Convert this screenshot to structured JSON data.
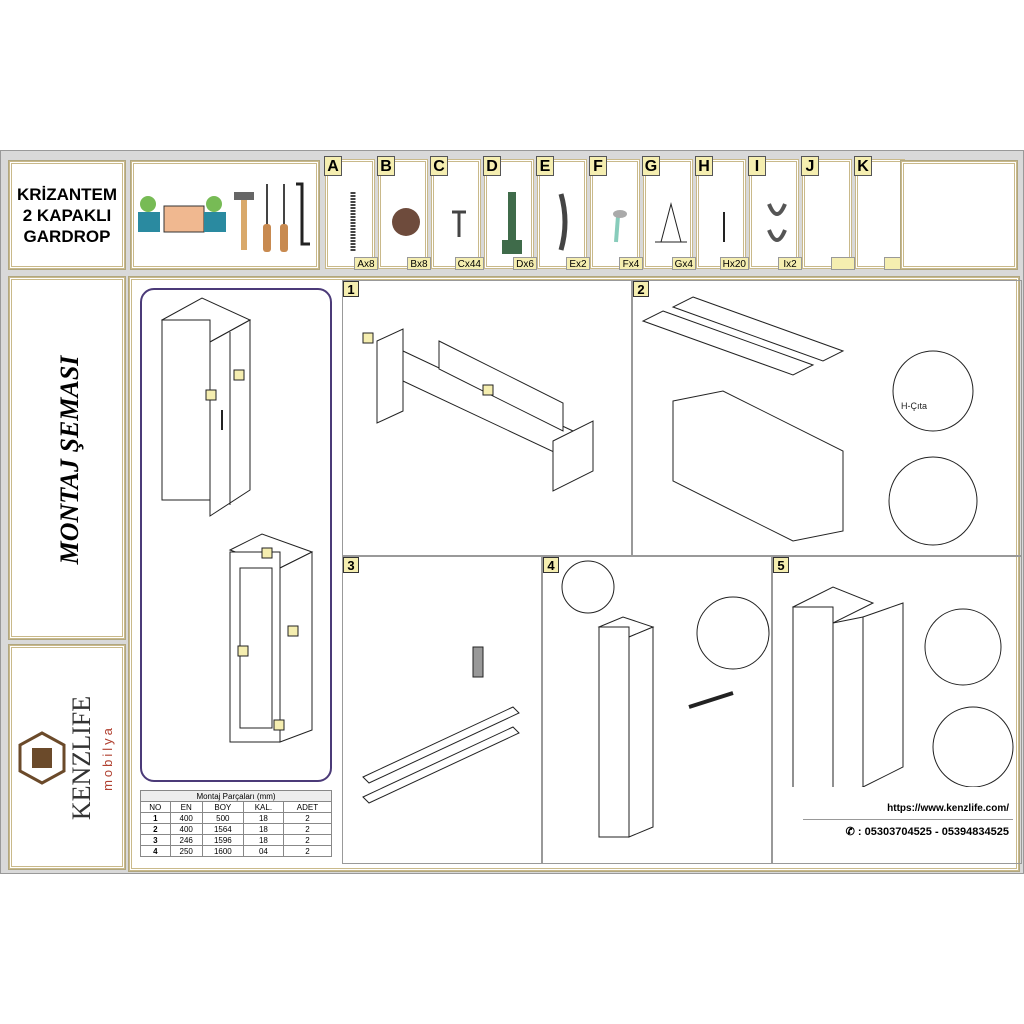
{
  "title": {
    "line1": "KRİZANTEM",
    "line2": "2 KAPAKLI",
    "line3": "GARDROP"
  },
  "hardware": [
    {
      "letter": "A",
      "qty": "Ax8",
      "icon": "screw-long"
    },
    {
      "letter": "B",
      "qty": "Bx8",
      "icon": "cap-cover"
    },
    {
      "letter": "C",
      "qty": "Cx44",
      "icon": "screw-short"
    },
    {
      "letter": "D",
      "qty": "Dx6",
      "icon": "hinge"
    },
    {
      "letter": "E",
      "qty": "Ex2",
      "icon": "handle"
    },
    {
      "letter": "F",
      "qty": "Fx4",
      "icon": "bolt"
    },
    {
      "letter": "G",
      "qty": "Gx4",
      "icon": "leg"
    },
    {
      "letter": "H",
      "qty": "Hx20",
      "icon": "nail"
    },
    {
      "letter": "I",
      "qty": "Ix2",
      "icon": "rail-bracket"
    },
    {
      "letter": "J",
      "qty": ""
    },
    {
      "letter": "K",
      "qty": ""
    }
  ],
  "side_title": "MONTAJ ŞEMASI",
  "logo": {
    "name": "KENZLIFE",
    "sub": "mobilya"
  },
  "parts_table": {
    "caption": "Montaj Parçaları (mm)",
    "headers": [
      "NO",
      "EN",
      "BOY",
      "KAL.",
      "ADET"
    ],
    "rows": [
      [
        "1",
        "400",
        "500",
        "18",
        "2"
      ],
      [
        "2",
        "400",
        "1564",
        "18",
        "2"
      ],
      [
        "3",
        "246",
        "1596",
        "18",
        "2"
      ],
      [
        "4",
        "250",
        "1600",
        "04",
        "2"
      ]
    ]
  },
  "steps": [
    "1",
    "2",
    "3",
    "4",
    "5"
  ],
  "labels": {
    "hcita": "H-Çıta"
  },
  "contact": {
    "url": "https://www.kenzlife.com/",
    "phone": ": 05303704525 - 05394834525"
  }
}
